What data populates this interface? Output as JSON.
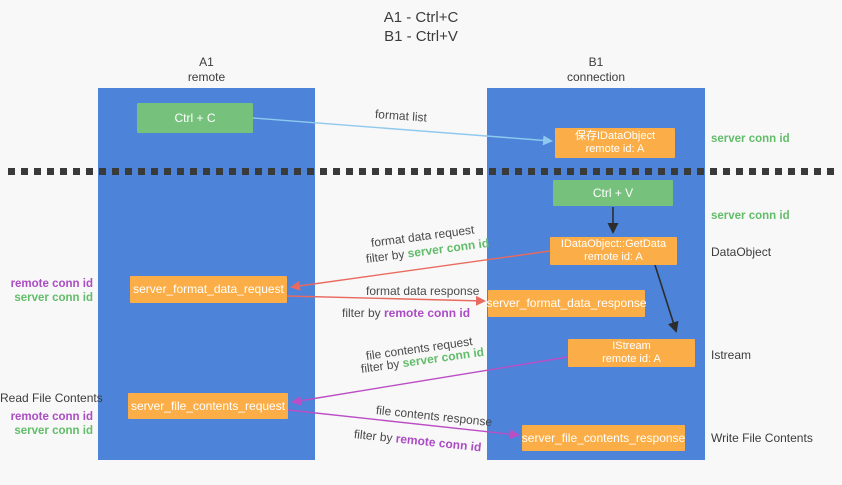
{
  "title": {
    "line1": "A1 - Ctrl+C",
    "line2": "B1 - Ctrl+V"
  },
  "lanes": {
    "left": {
      "name": "A1",
      "subtitle": "remote"
    },
    "right": {
      "name": "B1",
      "subtitle": "connection"
    }
  },
  "boxes": {
    "ctrl_c": "Ctrl + C",
    "save_dataobject_line1": "保存IDataObject",
    "save_dataobject_line2": "remote id: A",
    "ctrl_v": "Ctrl + V",
    "getdata_line1": "IDataObject::GetData",
    "getdata_line2": "remote id: A",
    "format_request": "server_format_data_request",
    "format_response": "server_format_data_response",
    "istream_line1": "IStream",
    "istream_line2": "remote id: A",
    "file_request": "server_file_contents_request",
    "file_response": "server_file_contents_response"
  },
  "arrow_labels": {
    "format_list": "format list",
    "format_data_request": "format data request",
    "format_data_response": "format data response",
    "file_contents_request": "file contents request",
    "file_contents_response": "file contents response",
    "filter_by": "filter by ",
    "server_conn_id": "server conn id",
    "remote_conn_id": "remote conn id"
  },
  "side_labels": {
    "server_conn_id": "server conn id",
    "remote_conn_id": "remote conn id",
    "dataobject": "DataObject",
    "istream": "Istream",
    "read_file_contents": "Read File Contents",
    "write_file_contents": "Write File Contents"
  },
  "colors": {
    "lane_blue": "#4d83d8",
    "green_box": "#76c27d",
    "orange_box": "#fbae47",
    "arrow_light_blue": "#90c9ee",
    "arrow_red": "#e96a5f",
    "arrow_magenta": "#bb4ec4",
    "arrow_black": "#2d2d2d",
    "label_green": "#62bd6a",
    "label_purple": "#ac4cc4",
    "background": "#f8f8f8"
  }
}
